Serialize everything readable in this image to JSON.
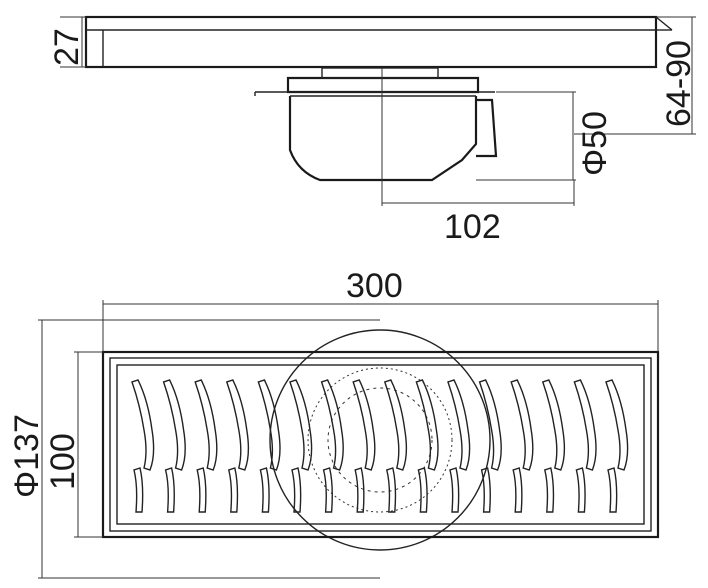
{
  "drawing": {
    "dimensions": {
      "frame_height": "27",
      "total_height": "64-90",
      "outlet_diameter": "Φ50",
      "outlet_offset": "102",
      "length": "300",
      "width": "100",
      "flange_diameter": "Φ137"
    },
    "colors": {
      "line": "#222222",
      "background": "#ffffff"
    }
  }
}
